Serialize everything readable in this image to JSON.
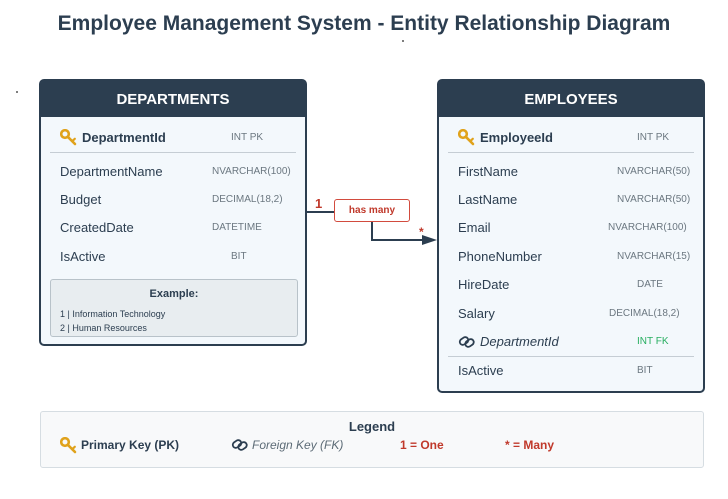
{
  "title": "Employee Management System - Entity Relationship Diagram",
  "departments": {
    "header": "DEPARTMENTS",
    "pk": {
      "name": "DepartmentId",
      "type": "INT PK"
    },
    "fields": [
      {
        "name": "DepartmentName",
        "type": "NVARCHAR(100)"
      },
      {
        "name": "Budget",
        "type": "DECIMAL(18,2)"
      },
      {
        "name": "CreatedDate",
        "type": "DATETIME"
      },
      {
        "name": "IsActive",
        "type": "BIT"
      }
    ],
    "example": {
      "title": "Example:",
      "lines": [
        "1 | Information Technology",
        "2 | Human Resources"
      ]
    }
  },
  "employees": {
    "header": "EMPLOYEES",
    "pk": {
      "name": "EmployeeId",
      "type": "INT PK"
    },
    "fields": [
      {
        "name": "FirstName",
        "type": "NVARCHAR(50)"
      },
      {
        "name": "LastName",
        "type": "NVARCHAR(50)"
      },
      {
        "name": "Email",
        "type": "NVARCHAR(100)"
      },
      {
        "name": "PhoneNumber",
        "type": "NVARCHAR(15)"
      },
      {
        "name": "HireDate",
        "type": "DATE"
      },
      {
        "name": "Salary",
        "type": "DECIMAL(18,2)"
      }
    ],
    "fk": {
      "name": "DepartmentId",
      "type": "INT FK"
    },
    "after_fk": {
      "name": "IsActive",
      "type": "BIT"
    }
  },
  "relationship": {
    "label": "has many",
    "one": "1",
    "many": "*"
  },
  "legend": {
    "title": "Legend",
    "pk": "Primary Key (PK)",
    "fk": "Foreign Key (FK)",
    "one": "1 = One",
    "many": "* = Many"
  },
  "colors": {
    "header": "#2c3e50",
    "accent": "#c0392b",
    "fk": "#27ae60",
    "key": "#e0a21b"
  },
  "icons": {
    "primary_key": "key-icon",
    "foreign_key": "link-icon"
  }
}
